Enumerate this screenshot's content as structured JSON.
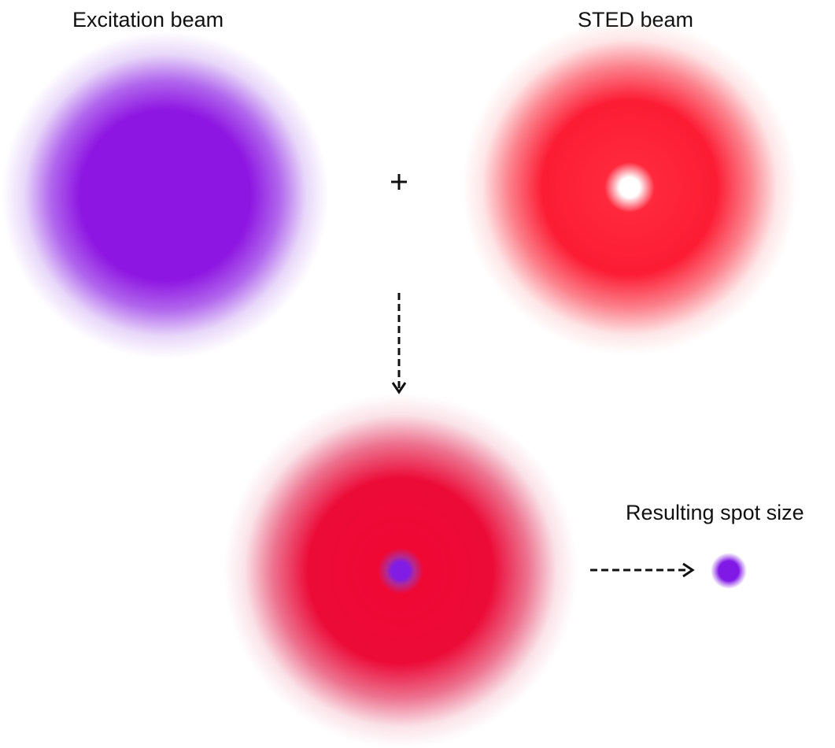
{
  "labels": {
    "excitation": "Excitation beam",
    "sted": "STED beam",
    "result": "Resulting spot size"
  },
  "colors": {
    "excitation": "#8E16E2",
    "sted": "#FC1C34",
    "combined": "#EC0A37",
    "spot": "#8018E6",
    "arrow": "#111111"
  },
  "icons": {
    "plus": "plus-icon",
    "down_arrow": "dashed-down-arrow-icon",
    "right_arrow": "dashed-right-arrow-icon"
  }
}
